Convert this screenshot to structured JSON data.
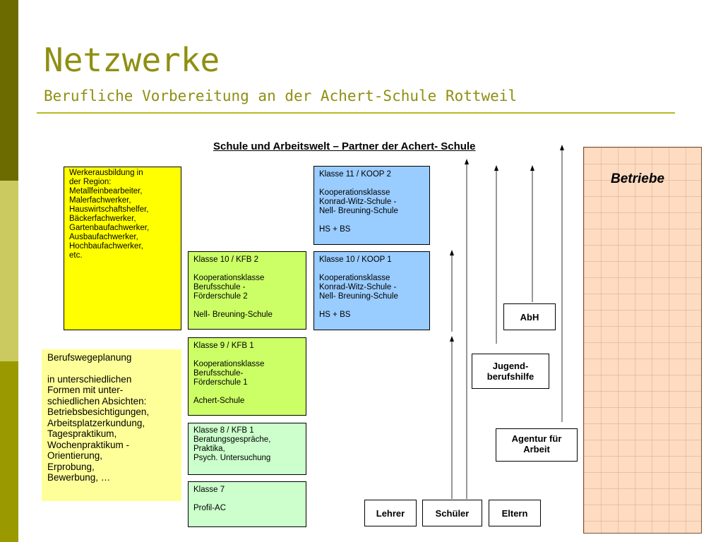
{
  "header": {
    "title": "Netzwerke",
    "subtitle": "Berufliche Vorbereitung an der Achert-Schule Rottweil"
  },
  "diagram": {
    "title": "Schule und Arbeitswelt – Partner der Achert- Schule",
    "werker": [
      "Werkerausbildung in",
      "der Region:",
      "Metallfeinbearbeiter,",
      "Malerfachwerker,",
      "Hauswirtschaftshelfer,",
      "Bäckerfachwerker,",
      "Gartenbaufachwerker,",
      "Ausbaufachwerker,",
      "Hochbaufachwerker,",
      "etc."
    ],
    "berufsweg": {
      "heading": "Berufswegeplanung",
      "lines": [
        "in unterschiedlichen",
        "Formen mit unter-",
        "schiedlichen Absichten:",
        "Betriebsbesichtigungen,",
        "Arbeitsplatzerkundung,",
        "Tagespraktikum,",
        "Wochenpraktikum -",
        "Orientierung,",
        "Erprobung,",
        "Bewerbung, …"
      ]
    },
    "k10kfb2": {
      "head": "Klasse 10 / KFB 2",
      "lines": [
        "Kooperationsklasse",
        "Berufsschule -",
        "Förderschule 2"
      ],
      "foot": "Nell- Breuning-Schule"
    },
    "k9kfb1": {
      "head": "Klasse 9 / KFB 1",
      "lines": [
        "Kooperationsklasse",
        "Berufsschule-",
        "Förderschule 1"
      ],
      "foot": "Achert-Schule"
    },
    "k8kfb1": {
      "head": "Klasse 8 / KFB 1",
      "lines": [
        "Beratungsgespräche,",
        "Praktika,",
        "Psych. Untersuchung"
      ]
    },
    "k7": {
      "head": "Klasse 7",
      "foot": "Profil-AC"
    },
    "k11koop2": {
      "head": "Klasse 11 / KOOP 2",
      "lines": [
        "Kooperationsklasse",
        "Konrad-Witz-Schule -",
        "Nell- Breuning-Schule"
      ],
      "foot": "HS + BS"
    },
    "k10koop1": {
      "head": "Klasse 10 / KOOP 1",
      "lines": [
        "Kooperationsklasse",
        "Konrad-Witz-Schule -",
        "Nell- Breuning-Schule"
      ],
      "foot": "HS + BS"
    },
    "abh": "AbH",
    "jugend": [
      "Jugend-",
      "berufshilfe"
    ],
    "agentur": [
      "Agentur für",
      "Arbeit"
    ],
    "lehrer": "Lehrer",
    "schueler": "Schüler",
    "eltern": "Eltern",
    "betriebe": "Betriebe"
  }
}
